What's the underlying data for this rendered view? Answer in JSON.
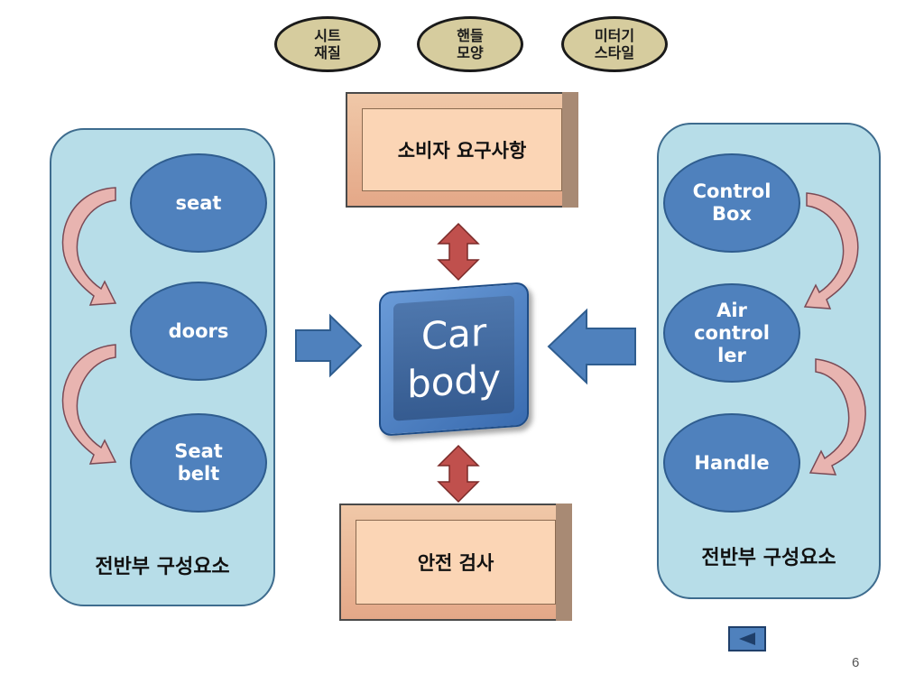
{
  "top_tags": [
    {
      "line1": "시트",
      "line2": "재질"
    },
    {
      "line1": "핸들",
      "line2": "모양"
    },
    {
      "line1": "미터기",
      "line2": "스타일"
    }
  ],
  "requirements_box": "소비자 요구사항",
  "safety_box": "안전 검사",
  "center": {
    "line1": "Car",
    "line2": "body"
  },
  "left_panel": {
    "title": "전반부 구성요소",
    "items": [
      {
        "line1": "seat",
        "line2": ""
      },
      {
        "line1": "doors",
        "line2": ""
      },
      {
        "line1": "Seat",
        "line2": "belt"
      }
    ]
  },
  "right_panel": {
    "title": "전반부 구성요소",
    "items": [
      {
        "line1": "Control",
        "line2": "Box",
        "line3": ""
      },
      {
        "line1": "Air",
        "line2": "control",
        "line3": "ler"
      },
      {
        "line1": "Handle",
        "line2": "",
        "line3": ""
      }
    ]
  },
  "page_number": "6",
  "colors": {
    "panel": "#b7dde8",
    "oval": "#4f81bd",
    "tag": "#d6cc9e",
    "bevel": "#fbd5b5",
    "double_arrow": "#c0504d",
    "curved_arrow": "#e8b4b0"
  },
  "icons": [
    "back-arrow-icon"
  ]
}
